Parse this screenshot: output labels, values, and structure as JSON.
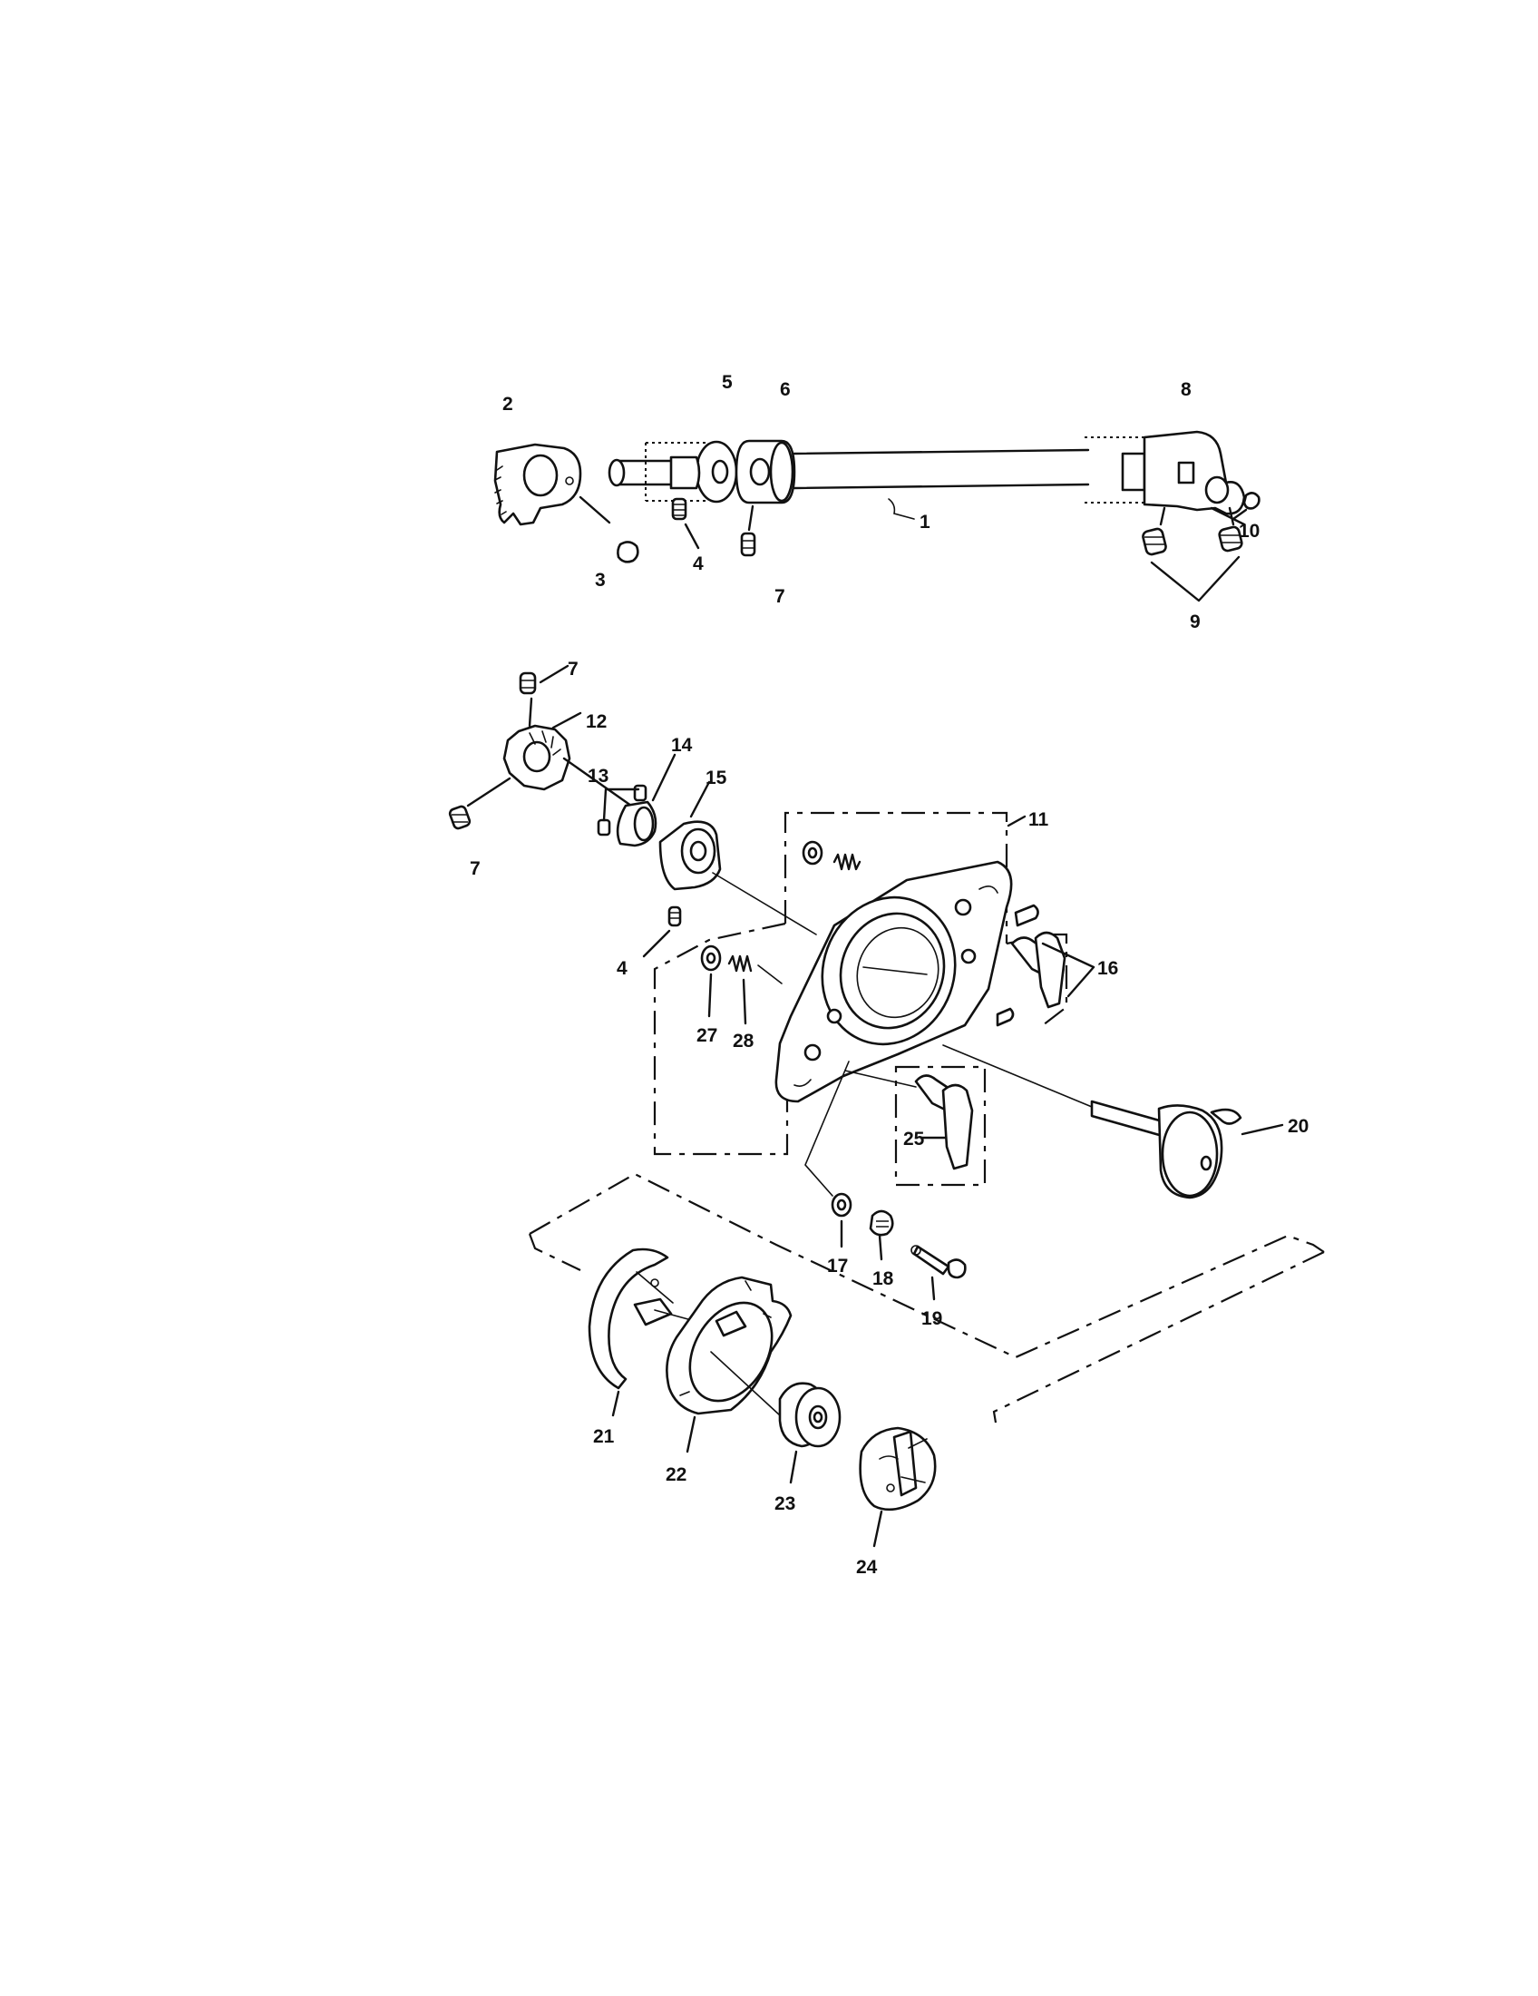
{
  "diagram": {
    "type": "exploded-parts-view",
    "colors": {
      "ink": "#111111",
      "background": "#ffffff"
    },
    "callouts": [
      {
        "id": "c1",
        "text": "1"
      },
      {
        "id": "c2",
        "text": "2"
      },
      {
        "id": "c3",
        "text": "3"
      },
      {
        "id": "c4a",
        "text": "4"
      },
      {
        "id": "c5",
        "text": "5"
      },
      {
        "id": "c6",
        "text": "6"
      },
      {
        "id": "c7a",
        "text": "7"
      },
      {
        "id": "c8",
        "text": "8"
      },
      {
        "id": "c9",
        "text": "9"
      },
      {
        "id": "c10",
        "text": "10"
      },
      {
        "id": "c7b",
        "text": "7"
      },
      {
        "id": "c12",
        "text": "12"
      },
      {
        "id": "c7c",
        "text": "7"
      },
      {
        "id": "c13",
        "text": "13"
      },
      {
        "id": "c14",
        "text": "14"
      },
      {
        "id": "c15",
        "text": "15"
      },
      {
        "id": "c11",
        "text": "11"
      },
      {
        "id": "c4b",
        "text": "4"
      },
      {
        "id": "c16",
        "text": "16"
      },
      {
        "id": "c27",
        "text": "27"
      },
      {
        "id": "c28",
        "text": "28"
      },
      {
        "id": "c20",
        "text": "20"
      },
      {
        "id": "c25",
        "text": "25"
      },
      {
        "id": "c17",
        "text": "17"
      },
      {
        "id": "c18",
        "text": "18"
      },
      {
        "id": "c19",
        "text": "19"
      },
      {
        "id": "c21",
        "text": "21"
      },
      {
        "id": "c22",
        "text": "22"
      },
      {
        "id": "c23",
        "text": "23"
      },
      {
        "id": "c24",
        "text": "24"
      }
    ]
  }
}
